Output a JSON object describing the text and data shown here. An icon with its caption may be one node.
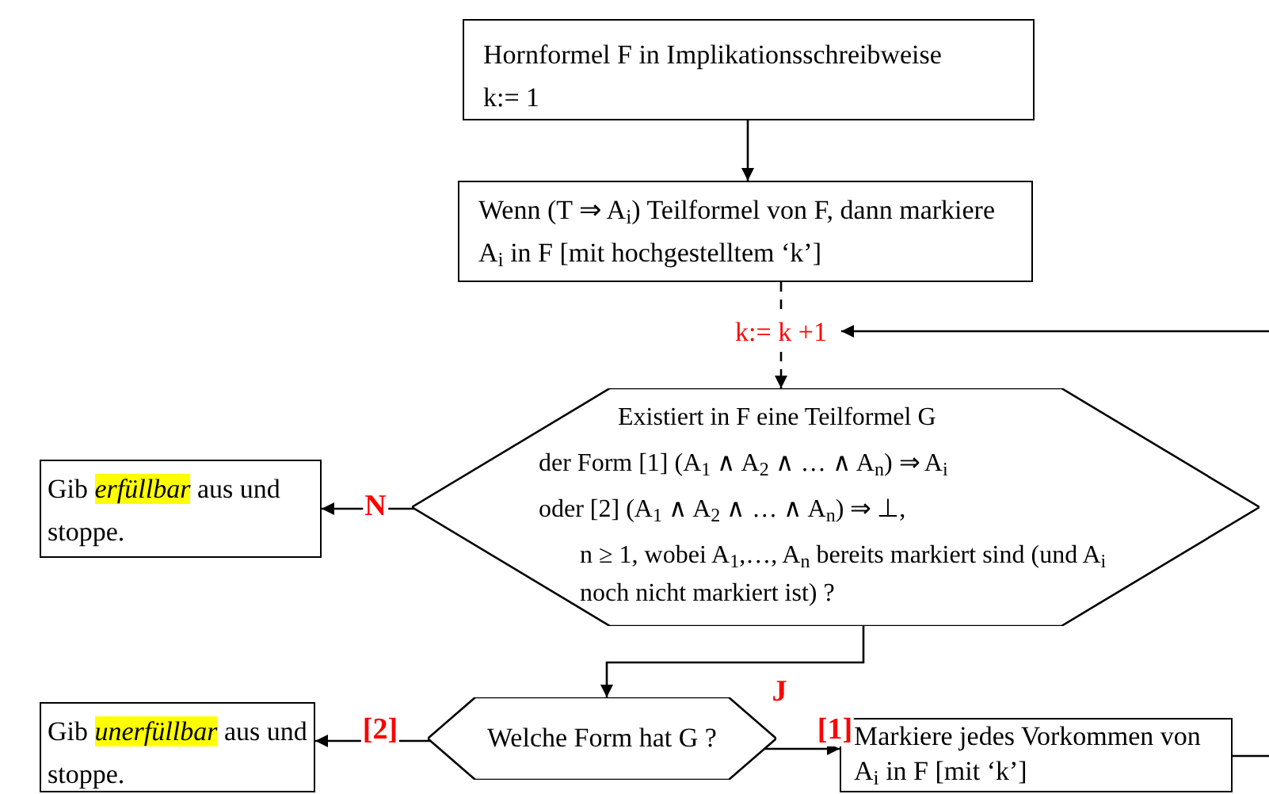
{
  "diagram": {
    "nodes": [
      {
        "text": [
          "Hornformel F in Implikationsschreibweise",
          "k:= 1"
        ]
      },
      {
        "text": [
          "Wenn (T ⇒ A$_{i}$) Teilformel von F, dann markiere A$_{i}$ in F [mit hochgestelltem ‘k’]"
        ]
      },
      {
        "text": [
          "k:= k +1"
        ]
      },
      {
        "text": [
          "Existiert in F eine Teilformel G",
          "der Form [1] (A$_{1}$ ∧ A$_{2}$ ∧ … ∧ A$_{n}$) ⇒ A$_{i}$",
          "oder [2] (A$_{1}$ ∧ A$_{2}$ ∧ … ∧ A$_{n}$) ⇒ ⊥,",
          "n ≥ 1, wobei A$_{1}$,…, A$_{n}$ bereits markiert sind (und A$_{i}$ noch nicht markiert ist) ?"
        ]
      },
      {
        "text": [
          "Gib *erfüllbar* aus und stoppe."
        ]
      },
      {
        "text": [
          "Welche Form hat G ?"
        ]
      },
      {
        "text": [
          "Gib *unerfüllbar* aus und stoppe."
        ]
      },
      {
        "text": [
          "Markiere jedes Vorkommen von A$_{i}$ in F [mit ‘k’]"
        ]
      }
    ],
    "edges": [
      {
        "from": 0,
        "to": 1,
        "arrow": "to"
      },
      {
        "from": 1,
        "to": 2,
        "arrow": "none",
        "style": "dashed"
      },
      {
        "from": 2,
        "to": 3,
        "arrow": "to",
        "style": "dashed"
      },
      {
        "from": null,
        "to": 2,
        "arrow": "to"
      },
      {
        "from": 3,
        "to": 4,
        "arrow": "to",
        "label": "N"
      },
      {
        "from": 3,
        "to": 5,
        "arrow": "to",
        "label": "J"
      },
      {
        "from": 5,
        "to": 6,
        "arrow": "to",
        "label": "[2]"
      },
      {
        "from": 5,
        "to": 7,
        "arrow": "to",
        "label": "[1]"
      },
      {
        "from": 7,
        "to": null,
        "arrow": "none"
      }
    ]
  }
}
